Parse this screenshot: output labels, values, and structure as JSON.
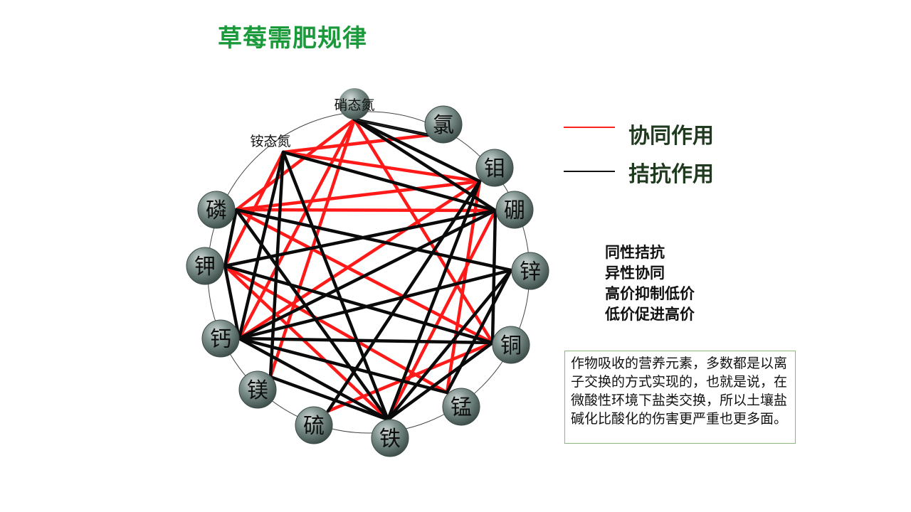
{
  "title": "草莓需肥规律",
  "legend": [
    {
      "label": "协同作用",
      "color": "#ff2020"
    },
    {
      "label": "拮抗作用",
      "color": "#111111"
    }
  ],
  "rules": [
    "同性拮抗",
    "异性协同",
    "高价抑制低价",
    "低价促进高价"
  ],
  "note": "作物吸收的营养元素，多数都是以离子交换的方式实现的，也就是说，在微酸性环境下盐类交换，所以土壤盐碱化比酸化的伤害更严重也更多面。",
  "colors": {
    "synergy": "#ff1a1a",
    "antagonism": "#0a0a0a",
    "node_fill": "#7d8f8a",
    "title": "#1a9a3a"
  },
  "nodes": [
    {
      "id": "nitrate",
      "label": "硝态氮",
      "small": true
    },
    {
      "id": "chlorine",
      "label": "氯"
    },
    {
      "id": "molybdenum",
      "label": "钼"
    },
    {
      "id": "boron",
      "label": "硼"
    },
    {
      "id": "zinc",
      "label": "锌"
    },
    {
      "id": "copper",
      "label": "铜"
    },
    {
      "id": "manganese",
      "label": "锰"
    },
    {
      "id": "iron",
      "label": "铁"
    },
    {
      "id": "sulfur",
      "label": "硫"
    },
    {
      "id": "magnesium",
      "label": "镁"
    },
    {
      "id": "calcium",
      "label": "钙"
    },
    {
      "id": "potassium",
      "label": "钾"
    },
    {
      "id": "phosphorus",
      "label": "磷"
    },
    {
      "id": "ammonium",
      "label": "铵态氮",
      "small": true
    }
  ],
  "edges": [
    {
      "from": "ammonium",
      "to": "chlorine",
      "type": "synergy"
    },
    {
      "from": "ammonium",
      "to": "potassium",
      "type": "synergy"
    },
    {
      "from": "phosphorus",
      "to": "molybdenum",
      "type": "synergy"
    },
    {
      "from": "phosphorus",
      "to": "boron",
      "type": "synergy"
    },
    {
      "from": "phosphorus",
      "to": "nitrate",
      "type": "synergy"
    },
    {
      "from": "phosphorus",
      "to": "copper",
      "type": "synergy"
    },
    {
      "from": "nitrate",
      "to": "magnesium",
      "type": "synergy"
    },
    {
      "from": "nitrate",
      "to": "calcium",
      "type": "synergy"
    },
    {
      "from": "nitrate",
      "to": "copper",
      "type": "synergy"
    },
    {
      "from": "ammonium",
      "to": "molybdenum",
      "type": "synergy"
    },
    {
      "from": "potassium",
      "to": "iron",
      "type": "synergy"
    },
    {
      "from": "potassium",
      "to": "manganese",
      "type": "synergy"
    },
    {
      "from": "molybdenum",
      "to": "manganese",
      "type": "synergy"
    },
    {
      "from": "sulfur",
      "to": "copper",
      "type": "synergy"
    },
    {
      "from": "iron",
      "to": "boron",
      "type": "synergy"
    },
    {
      "from": "calcium",
      "to": "molybdenum",
      "type": "synergy"
    },
    {
      "from": "nitrate",
      "to": "chlorine",
      "type": "antagonism"
    },
    {
      "from": "nitrate",
      "to": "molybdenum",
      "type": "antagonism"
    },
    {
      "from": "nitrate",
      "to": "boron",
      "type": "antagonism"
    },
    {
      "from": "ammonium",
      "to": "boron",
      "type": "antagonism"
    },
    {
      "from": "ammonium",
      "to": "calcium",
      "type": "antagonism"
    },
    {
      "from": "ammonium",
      "to": "magnesium",
      "type": "antagonism"
    },
    {
      "from": "ammonium",
      "to": "iron",
      "type": "antagonism"
    },
    {
      "from": "phosphorus",
      "to": "potassium",
      "type": "antagonism"
    },
    {
      "from": "phosphorus",
      "to": "iron",
      "type": "antagonism"
    },
    {
      "from": "phosphorus",
      "to": "zinc",
      "type": "antagonism"
    },
    {
      "from": "potassium",
      "to": "calcium",
      "type": "antagonism"
    },
    {
      "from": "potassium",
      "to": "boron",
      "type": "antagonism"
    },
    {
      "from": "potassium",
      "to": "copper",
      "type": "antagonism"
    },
    {
      "from": "calcium",
      "to": "zinc",
      "type": "antagonism"
    },
    {
      "from": "calcium",
      "to": "copper",
      "type": "antagonism"
    },
    {
      "from": "calcium",
      "to": "iron",
      "type": "antagonism"
    },
    {
      "from": "calcium",
      "to": "manganese",
      "type": "antagonism"
    },
    {
      "from": "calcium",
      "to": "boron",
      "type": "antagonism"
    },
    {
      "from": "magnesium",
      "to": "iron",
      "type": "antagonism"
    },
    {
      "from": "iron",
      "to": "molybdenum",
      "type": "antagonism"
    },
    {
      "from": "iron",
      "to": "zinc",
      "type": "antagonism"
    },
    {
      "from": "iron",
      "to": "copper",
      "type": "antagonism"
    },
    {
      "from": "sulfur",
      "to": "molybdenum",
      "type": "antagonism"
    },
    {
      "from": "manganese",
      "to": "zinc",
      "type": "antagonism"
    },
    {
      "from": "copper",
      "to": "boron",
      "type": "antagonism"
    }
  ]
}
